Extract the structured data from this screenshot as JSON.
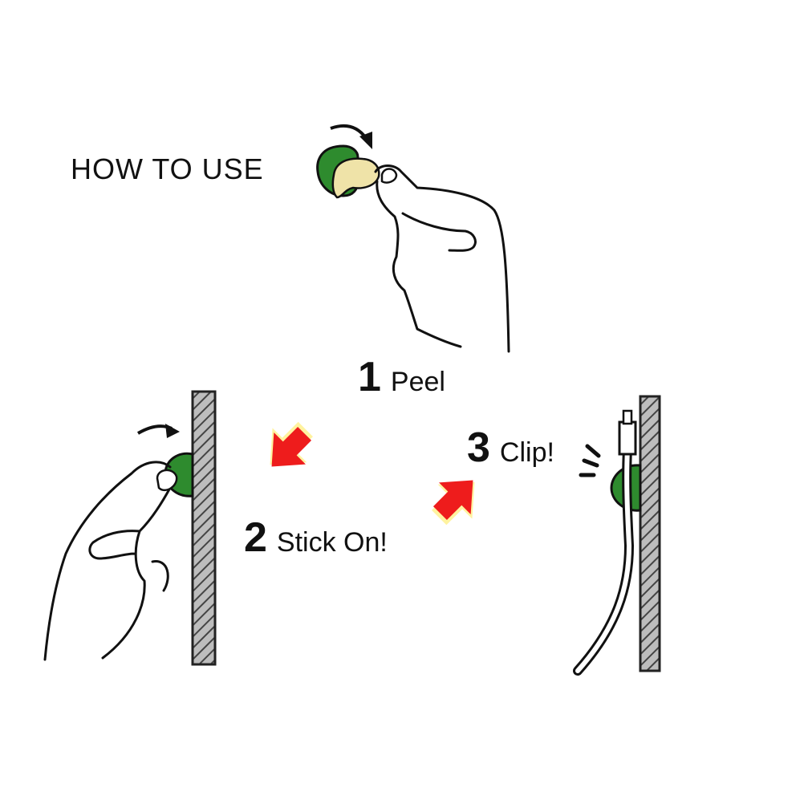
{
  "title": "HOW TO USE",
  "steps": [
    {
      "number": "1",
      "label": "Peel"
    },
    {
      "number": "2",
      "label": "Stick On!"
    },
    {
      "number": "3",
      "label": "Clip!"
    }
  ],
  "colors": {
    "clip_green": "#2e8b2e",
    "adhesive": "#efe3a8",
    "arrow_red": "#ee1c1c",
    "arrow_glow": "#fff3a0",
    "wall_hatch": "#777777"
  }
}
